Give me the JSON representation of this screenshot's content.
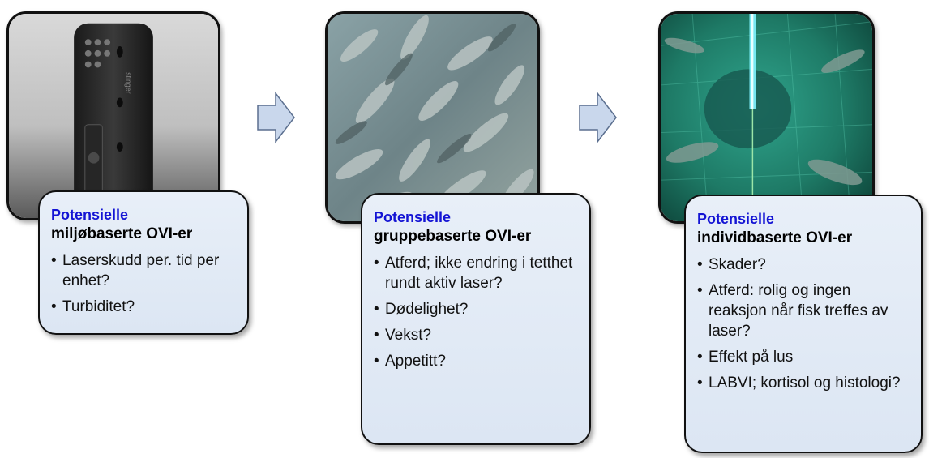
{
  "cards": [
    {
      "title": "Potensielle",
      "subtitle": "miljøbaserte OVI-er",
      "items": [
        "Laserskudd per. tid per enhet?",
        "Turbiditet?"
      ]
    },
    {
      "title": "Potensielle",
      "subtitle": "gruppebaserte OVI-er",
      "items": [
        "Atferd; ikke endring i tetthet rundt aktiv laser?",
        "Dødelighet?",
        "Vekst?",
        "Appetitt?"
      ]
    },
    {
      "title": "Potensielle",
      "subtitle": "individbaserte OVI-er",
      "items": [
        "Skader?",
        "Atferd: rolig og ingen reaksjon når fisk treffes av laser?",
        "Effekt på lus",
        "LABVI; kortisol og histologi?"
      ]
    }
  ],
  "colors": {
    "title_blue": "#1414d4",
    "card_fill": "#dce6f3",
    "arrow_fill": "#c9d7ec"
  }
}
